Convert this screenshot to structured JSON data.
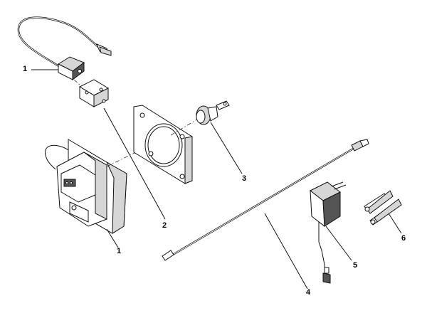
{
  "callouts": [
    {
      "id": "sensor",
      "label": "1"
    },
    {
      "id": "bracket",
      "label": "2"
    },
    {
      "id": "connector",
      "label": "3"
    },
    {
      "id": "cable",
      "label": "4"
    },
    {
      "id": "adapter",
      "label": "5"
    },
    {
      "id": "screws",
      "label": "6"
    },
    {
      "id": "display",
      "label": "1"
    }
  ]
}
